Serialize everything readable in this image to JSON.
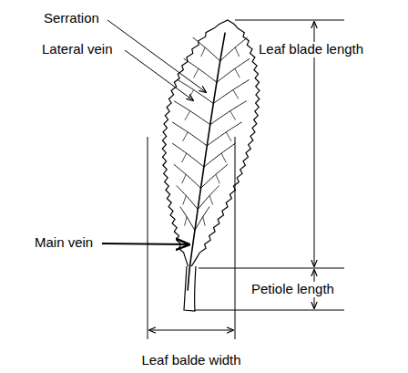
{
  "diagram": {
    "labels": [
      "Serration",
      "Lateral vein",
      "Main vein",
      "Leaf blade length",
      "Petiole length",
      "Leaf balde width"
    ]
  }
}
